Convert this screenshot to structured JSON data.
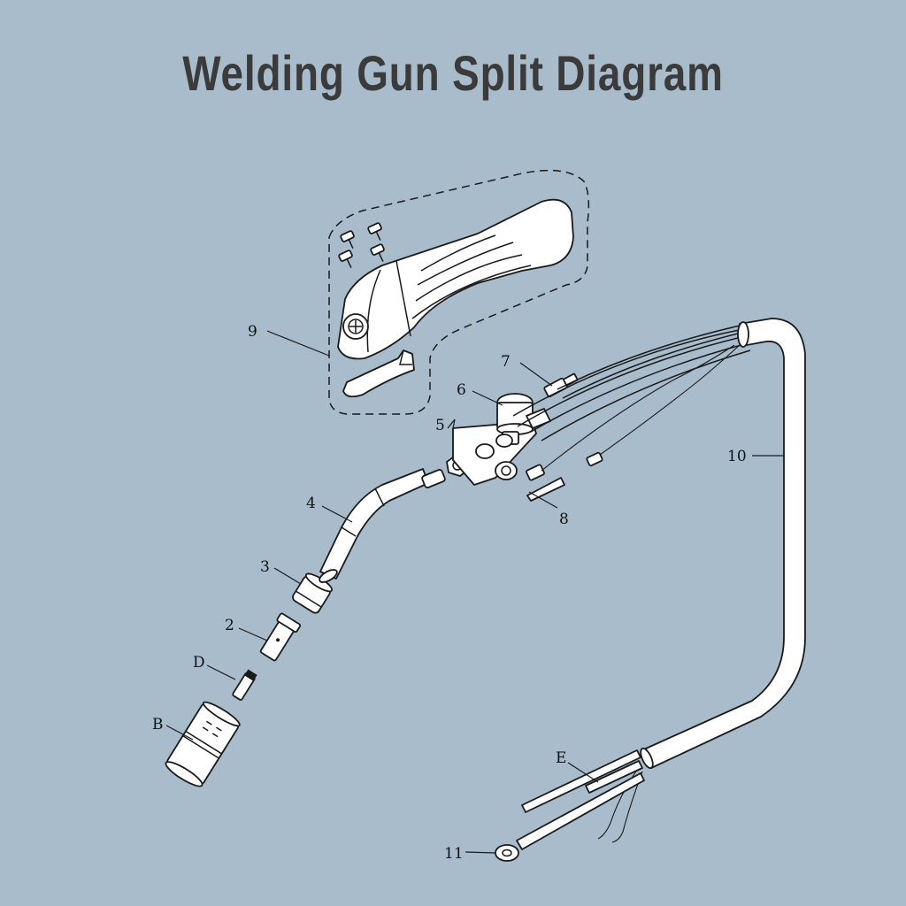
{
  "title": "Welding Gun Split Diagram",
  "callouts": {
    "c9": "9",
    "c7": "7",
    "c6": "6",
    "c5": "5",
    "c4": "4",
    "c3": "3",
    "c2": "2",
    "cD": "D",
    "cB": "B",
    "c8": "8",
    "c10": "10",
    "cE": "E",
    "c11": "11"
  },
  "colors": {
    "background": "#a8bccb",
    "title": "#3b3b3b",
    "stroke": "#1a1a1a",
    "part_fill": "#ffffff"
  }
}
